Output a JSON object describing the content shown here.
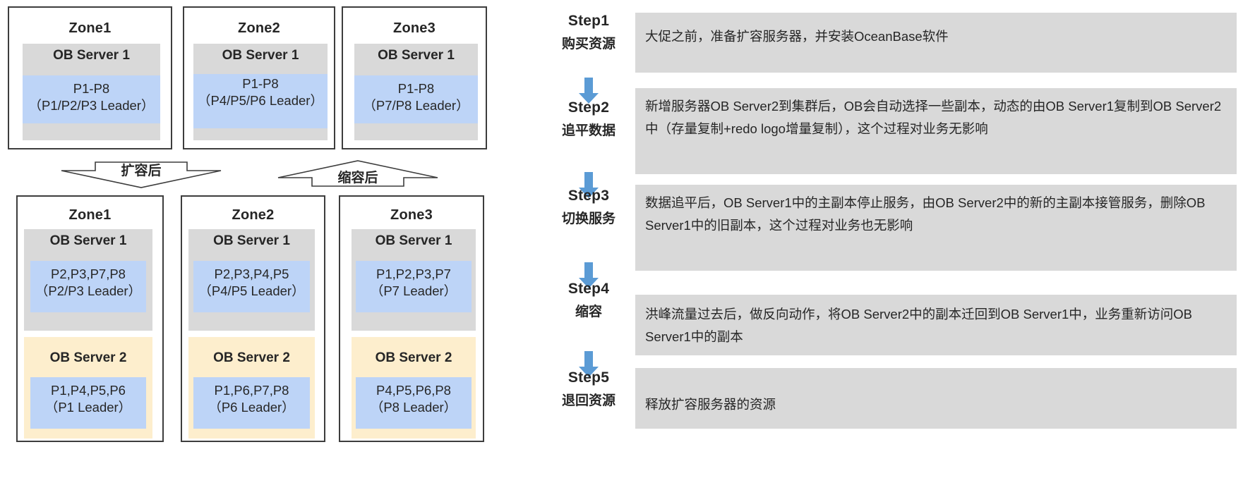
{
  "colors": {
    "server1_bg": "#d9d9d9",
    "server2_bg": "#fdeecd",
    "partition_bg": "#bdd4f7",
    "box_border": "#3d3d3d",
    "arrow_blue": "#5b9bd5",
    "desc_bg": "#d9d9d9",
    "text": "#262626"
  },
  "left_panel": {
    "before": {
      "zones": [
        {
          "title": "Zone1",
          "servers": [
            {
              "name": "OB Server 1",
              "partitions": "P1-P8",
              "leaders": "（P1/P2/P3 Leader）"
            }
          ]
        },
        {
          "title": "Zone2",
          "servers": [
            {
              "name": "OB Server 1",
              "partitions": "P1-P8",
              "leaders": "（P4/P5/P6 Leader）"
            }
          ]
        },
        {
          "title": "Zone3",
          "servers": [
            {
              "name": "OB Server 1",
              "partitions": "P1-P8",
              "leaders": "（P7/P8 Leader）"
            }
          ]
        }
      ]
    },
    "transitions": [
      {
        "label": "扩容后",
        "direction": "down"
      },
      {
        "label": "缩容后",
        "direction": "up"
      }
    ],
    "after": {
      "zones": [
        {
          "title": "Zone1",
          "servers": [
            {
              "name": "OB Server 1",
              "partitions": "P2,P3,P7,P8",
              "leaders": "（P2/P3 Leader）"
            },
            {
              "name": "OB Server 2",
              "partitions": "P1,P4,P5,P6",
              "leaders": "（P1 Leader）"
            }
          ]
        },
        {
          "title": "Zone2",
          "servers": [
            {
              "name": "OB Server 1",
              "partitions": "P2,P3,P4,P5",
              "leaders": "（P4/P5 Leader）"
            },
            {
              "name": "OB Server 2",
              "partitions": "P1,P6,P7,P8",
              "leaders": "（P6 Leader）"
            }
          ]
        },
        {
          "title": "Zone3",
          "servers": [
            {
              "name": "OB Server 1",
              "partitions": "P1,P2,P3,P7",
              "leaders": "（P7 Leader）"
            },
            {
              "name": "OB Server 2",
              "partitions": "P4,P5,P6,P8",
              "leaders": "（P8 Leader）"
            }
          ]
        }
      ]
    }
  },
  "right_panel": {
    "steps": [
      {
        "en": "Step1",
        "cn": "购买资源",
        "desc": "大促之前，准备扩容服务器，并安装OceanBase软件"
      },
      {
        "en": "Step2",
        "cn": "追平数据",
        "desc": "新增服务器OB Server2到集群后，OB会自动选择一些副本，动态的由OB Server1复制到OB Server2中（存量复制+redo logo增量复制），这个过程对业务无影响"
      },
      {
        "en": "Step3",
        "cn": "切换服务",
        "desc": "数据追平后，OB Server1中的主副本停止服务，由OB Server2中的新的主副本接管服务，删除OB Server1中的旧副本，这个过程对业务也无影响"
      },
      {
        "en": "Step4",
        "cn": "缩容",
        "desc": "洪峰流量过去后，做反向动作，将OB Server2中的副本迁回到OB Server1中，业务重新访问OB Server1中的副本"
      },
      {
        "en": "Step5",
        "cn": "退回资源",
        "desc": "释放扩容服务器的资源"
      }
    ],
    "connector_icon": "down-arrow-icon"
  }
}
